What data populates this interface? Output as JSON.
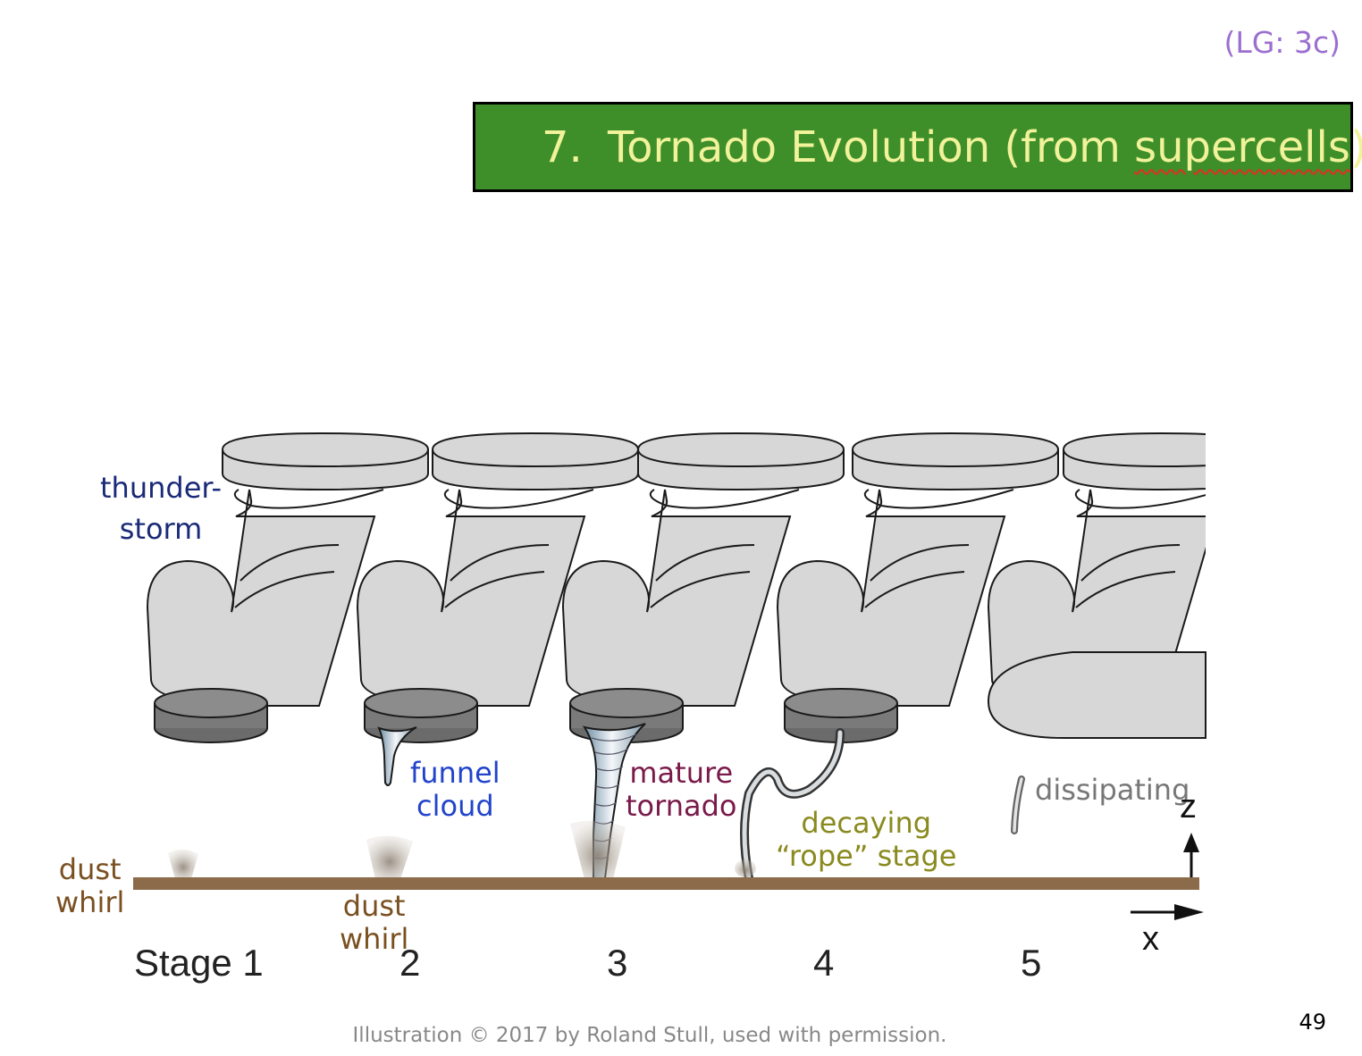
{
  "header": {
    "tag": "(LG: 3c)",
    "title_number": "7.",
    "title_prefix": "Tornado Evolution (from ",
    "title_keyword": "supercells",
    "title_suffix": ")"
  },
  "labels": {
    "thunderstorm_1": "thunder-",
    "thunderstorm_2": "storm",
    "dust_whirl_1a": "dust",
    "dust_whirl_1b": "whirl",
    "dust_whirl_2a": "dust",
    "dust_whirl_2b": "whirl",
    "funnel_1": "funnel",
    "funnel_2": "cloud",
    "mature_1": "mature",
    "mature_2": "tornado",
    "decaying_1": "decaying",
    "decaying_2": "“rope” stage",
    "dissipating": "dissipating"
  },
  "stages": [
    "Stage 1",
    "2",
    "3",
    "4",
    "5"
  ],
  "axes": {
    "z": "z",
    "x": "x"
  },
  "footer": {
    "credit": "Illustration © 2017 by Roland Stull, used with permission.",
    "page_number": "49"
  },
  "colors": {
    "title_bg": "#3e8f2a",
    "title_text": "#f1f29a",
    "tag": "#9b6fd0",
    "thunderstorm": "#1a2a78",
    "dust_whirl": "#7a5020",
    "funnel_cloud": "#2244cc",
    "mature_tornado": "#7a1a4a",
    "decaying": "#8a8a20",
    "dissipating": "#777777",
    "ground": "#8b6b4a"
  }
}
